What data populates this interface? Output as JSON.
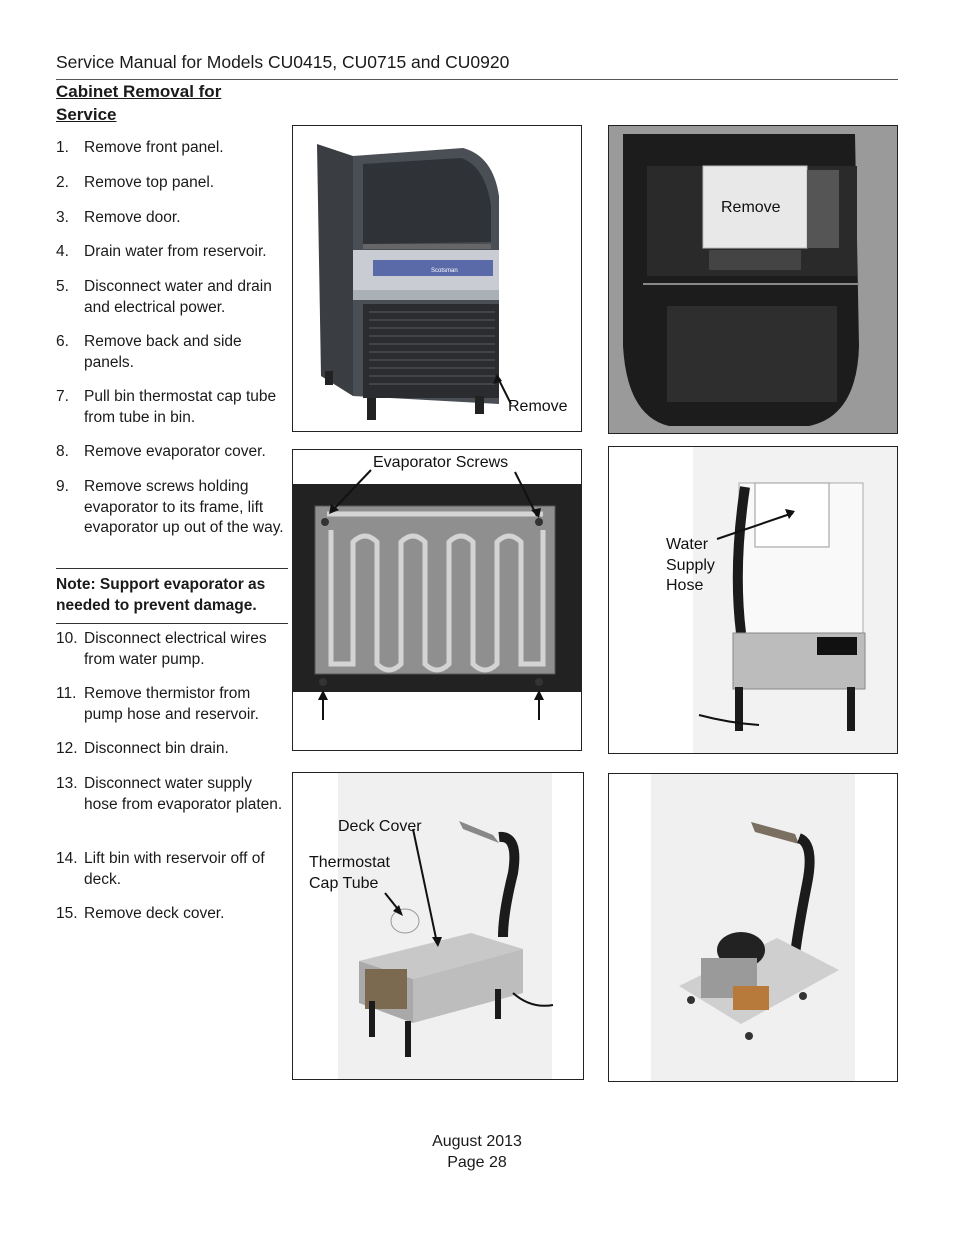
{
  "header": {
    "title": "Service Manual for Models CU0415, CU0715 and CU0920"
  },
  "section": {
    "title": "Cabinet Removal for Service"
  },
  "steps": [
    {
      "num": "1.",
      "text": "Remove front panel."
    },
    {
      "num": "2.",
      "text": "Remove top panel."
    },
    {
      "num": "3.",
      "text": "Remove door."
    },
    {
      "num": "4.",
      "text": "Drain water from reservoir."
    },
    {
      "num": "5.",
      "text": "Disconnect water and drain and electrical power."
    },
    {
      "num": "6.",
      "text": "Remove back and side panels."
    },
    {
      "num": "7.",
      "text": "Pull bin thermostat cap tube from tube in bin."
    },
    {
      "num": "8.",
      "text": "Remove evaporator cover."
    },
    {
      "num": "9.",
      "text": "Remove screws holding evaporator to its frame, lift evaporator up out of the way."
    },
    {
      "num": "10.",
      "text": "Disconnect electrical wires from water pump."
    },
    {
      "num": "11.",
      "text": "Remove thermistor from pump hose and reservoir."
    },
    {
      "num": "12.",
      "text": "Disconnect bin drain."
    },
    {
      "num": "13.",
      "text": "Disconnect water supply hose from evaporator platen."
    },
    {
      "num": "14.",
      "text": "Lift bin with reservoir off of deck."
    },
    {
      "num": "15.",
      "text": "Remove deck cover."
    }
  ],
  "note": {
    "text": "Note: Support evaporator as needed to prevent damage."
  },
  "photos": {
    "front_unit": {
      "label": "Remove",
      "brand": "Scotsman"
    },
    "top_view": {
      "label": "Remove"
    },
    "evaporator": {
      "label": "Evaporator Screws"
    },
    "side_view": {
      "label_line1": "Water",
      "label_line2": "Supply",
      "label_line3": "Hose"
    },
    "deck": {
      "label_deck": "Deck Cover",
      "label_thermo1": "Thermostat",
      "label_thermo2": "Cap Tube"
    }
  },
  "footer": {
    "date": "August 2013",
    "page": "Page 28"
  }
}
